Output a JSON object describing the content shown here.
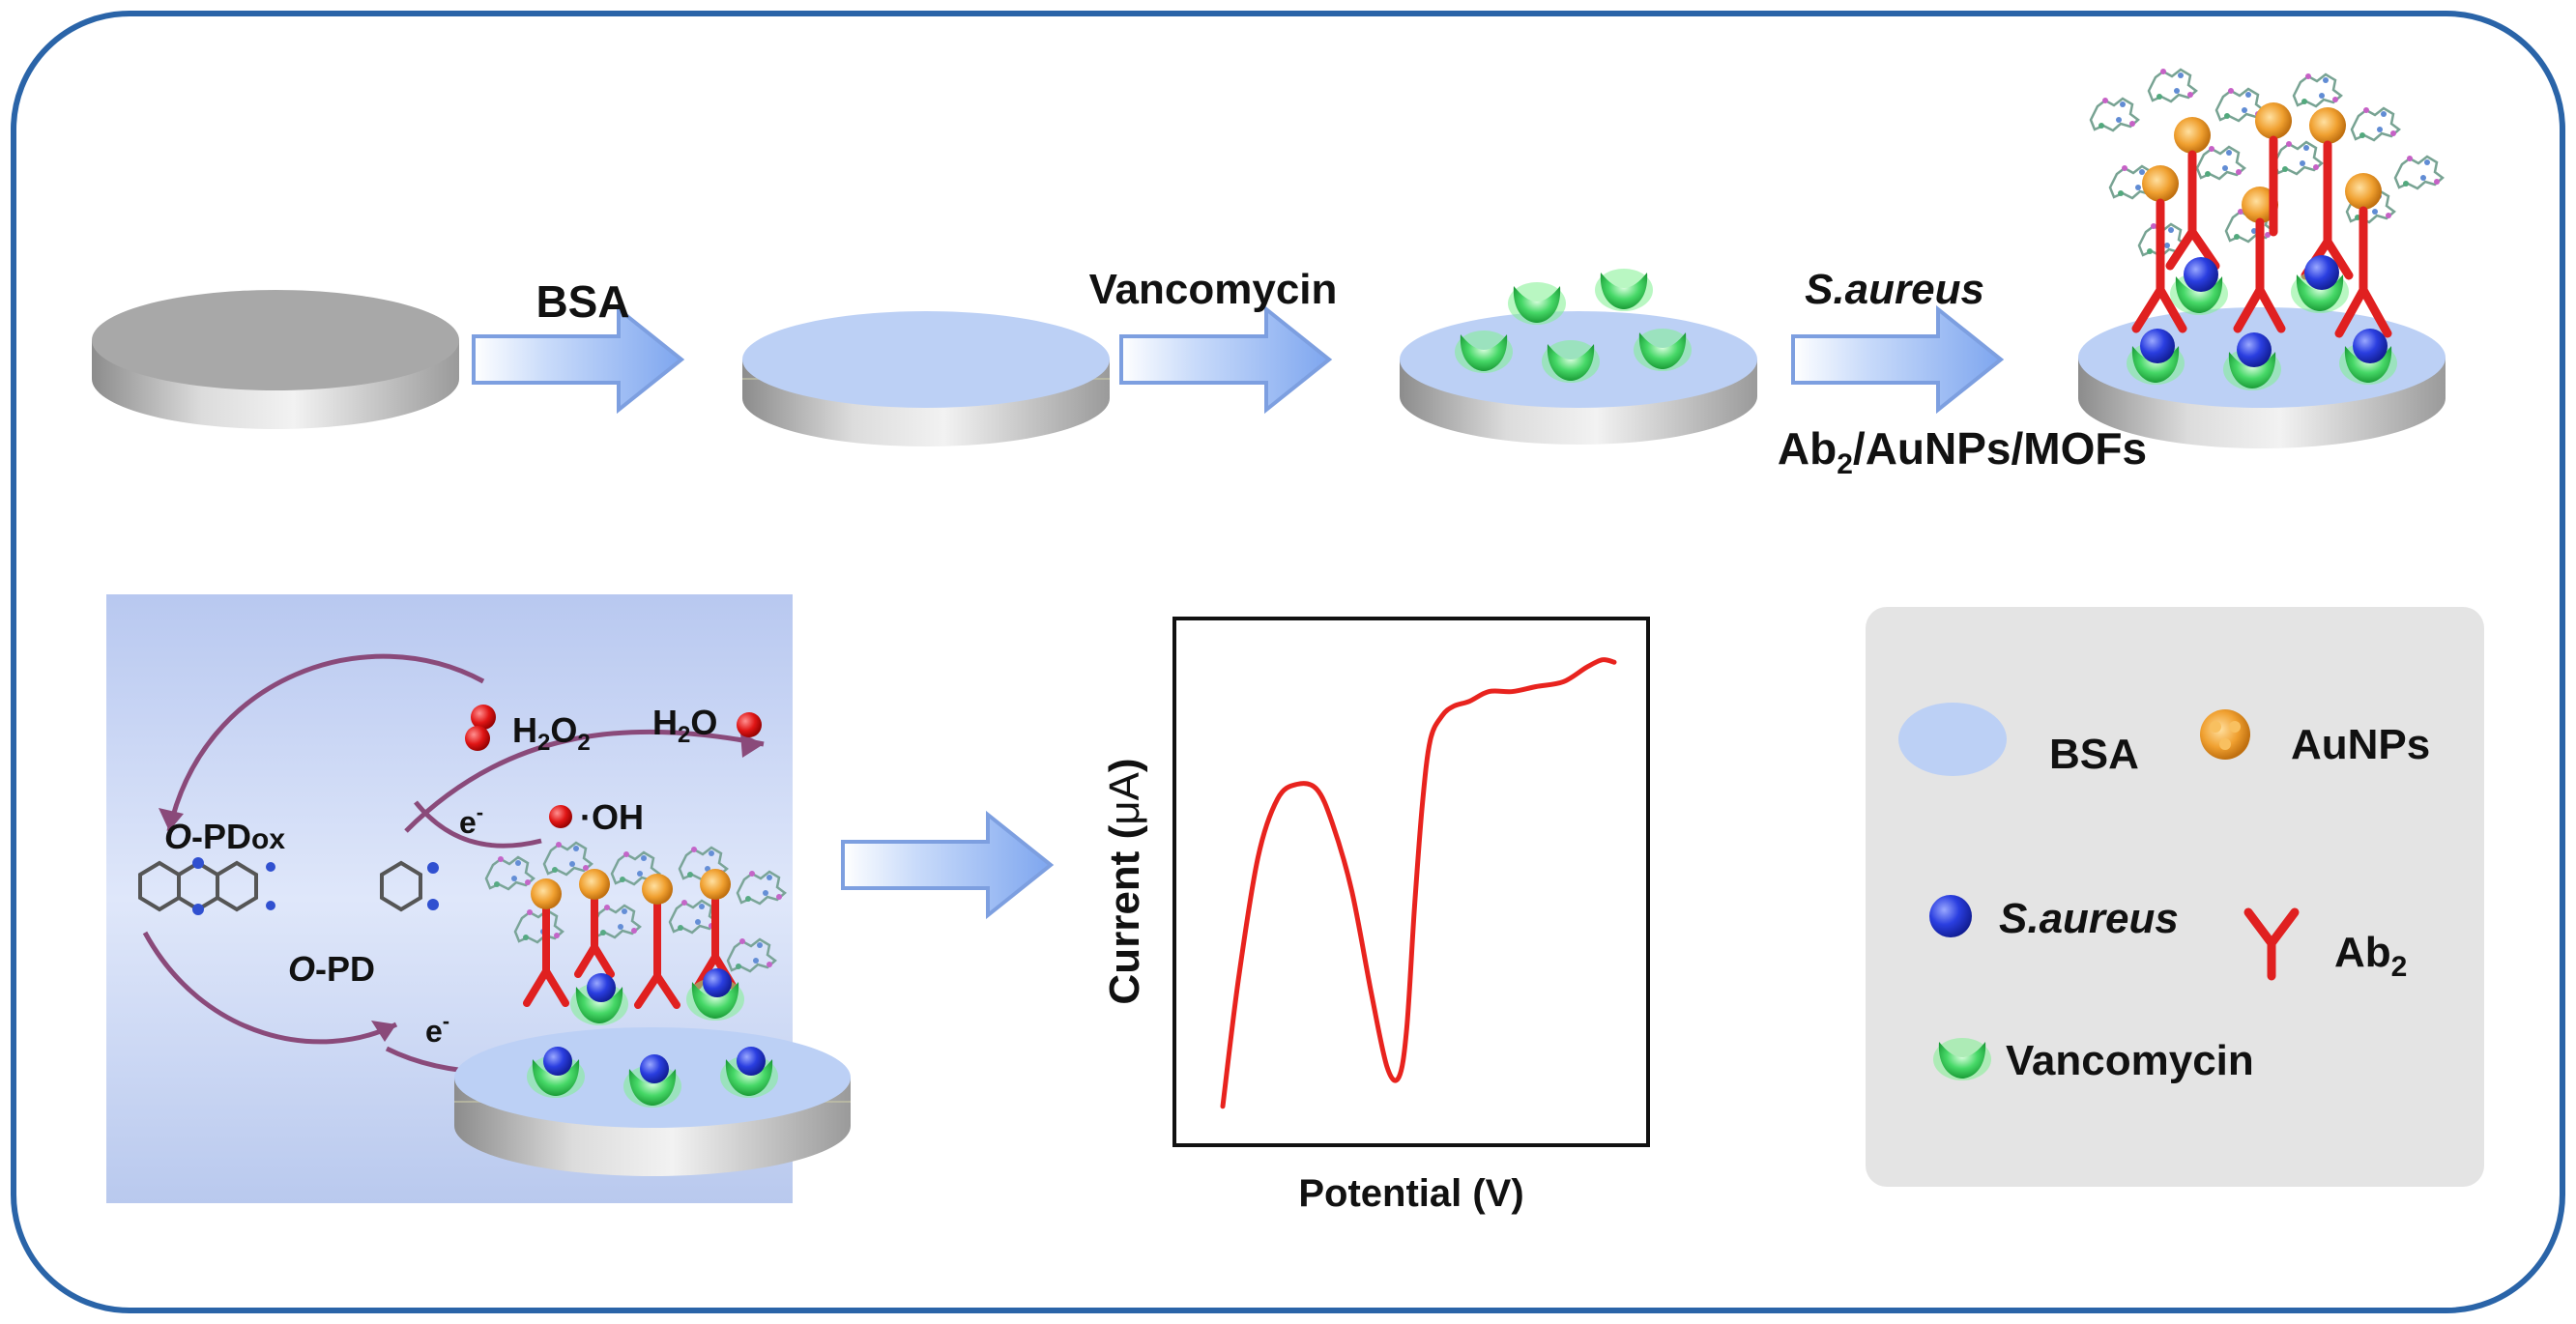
{
  "steps": {
    "step1_label": "BSA",
    "step2_label": "Vancomycin",
    "step3_label_top": "S.aureus",
    "step3_label_bottom_main": "Ab",
    "step3_label_bottom_sub": "2",
    "step3_label_bottom_rest": "/AuNPs/MOFs"
  },
  "reaction": {
    "opdox_prefix": "O",
    "opdox_main": "-PD",
    "opdox_sub": "ox",
    "opd_prefix": "O",
    "opd_main": "-PD",
    "h2o2_h": "H",
    "h2o2_s1": "2",
    "h2o2_o": "O",
    "h2o2_s2": "2",
    "h2o_h": "H",
    "h2o_s": "2",
    "h2o_o": "O",
    "oh_dot": "·",
    "oh_label": "OH",
    "electron_top": "e",
    "electron_top_sup": "-",
    "electron_bottom": "e",
    "electron_bottom_sup": "-"
  },
  "chart_data": {
    "type": "line",
    "xlabel": "Potential (V)",
    "ylabel_main": "Current (",
    "ylabel_unit": "μA",
    "ylabel_end": ")",
    "xlim": [
      0,
      1
    ],
    "ylim": [
      0,
      1
    ],
    "series": [
      {
        "color": "#e8231e",
        "x": [
          0.0,
          0.04,
          0.09,
          0.14,
          0.19,
          0.24,
          0.28,
          0.33,
          0.38,
          0.42,
          0.45,
          0.47,
          0.49,
          0.51,
          0.53,
          0.56,
          0.59,
          0.63,
          0.68,
          0.74,
          0.8,
          0.87,
          0.93,
          0.97,
          1.0
        ],
        "y": [
          0.04,
          0.3,
          0.55,
          0.67,
          0.7,
          0.69,
          0.62,
          0.48,
          0.27,
          0.12,
          0.1,
          0.2,
          0.45,
          0.66,
          0.79,
          0.84,
          0.86,
          0.87,
          0.89,
          0.89,
          0.9,
          0.91,
          0.94,
          0.955,
          0.95
        ]
      }
    ]
  },
  "legend": {
    "items": [
      {
        "key": "bsa",
        "label": "BSA"
      },
      {
        "key": "aunps",
        "label": "AuNPs"
      },
      {
        "key": "saureus",
        "label": "S.aureus"
      },
      {
        "key": "ab2_main",
        "label": "Ab"
      },
      {
        "key": "ab2_sub",
        "label": "2"
      },
      {
        "key": "vancomycin",
        "label": "Vancomycin"
      }
    ]
  },
  "colors": {
    "frame": "#2a64a8",
    "arrow": "#8db0f2",
    "bsa": "#bcd0f5",
    "disk_gray": "#a7a7a7",
    "saureus": "#2436d6",
    "antibody": "#e02020",
    "vancomycin": "#33cc55",
    "aunps": "#f0a030",
    "curve": "#e8231e",
    "legend_bg": "#e4e4e4"
  }
}
